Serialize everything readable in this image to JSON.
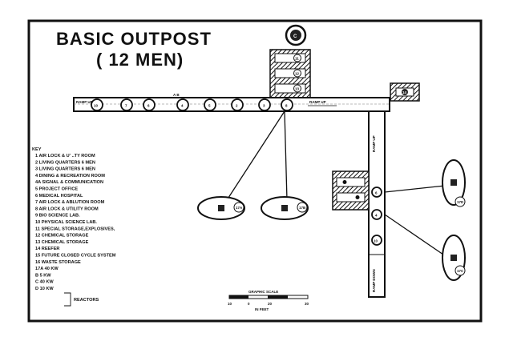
{
  "title": {
    "line1": "BASIC OUTPOST",
    "line2": "( 12 MEN)"
  },
  "key": {
    "heading": "KEY",
    "entries": [
      "1   AIR LOCK & U' ..TY ROOM",
      "2   LIVING QUARTERS 6 MEN",
      "3   LIVING QUARTERS 6 MEN",
      "4   DINING & RECREATION ROOM",
      "4A SIGNAL & COMMUNICATION",
      "5   PROJECT OFFICE",
      "6   MEDICAL HOSPITAL",
      "7   AIR LOCK & ABLUTION ROOM",
      "8   AIR LOCK & UTILITY ROOM",
      "9   BIO SCIENCE LAB.",
      "10 PHYSICAL SCIENCE LAB.",
      "11 SPECIAL STORAGE,EXPLOSIVES,",
      "12 CHEMICAL STORAGE",
      "13 CHEMICAL STORAGE",
      "14 REEFER",
      "15 FUTURE CLOSED CYCLE SYSTEM",
      "16 WASTE STORAGE",
      "17A 40 KW",
      "B    5 KW",
      "C   40 KW",
      "D   10 KW"
    ],
    "reactors_label": "REACTORS"
  },
  "labels": {
    "ramp_up_left": "RAMP UP",
    "ramp_up_right": "RAMP UP",
    "ramp_up_vertical": "RAMP UP",
    "ramp_down": "RAMP DOWN",
    "corridor_ab": "A  B"
  },
  "modules": {
    "top_left": "10",
    "corridor": [
      "7",
      "6",
      "4",
      "5",
      "2",
      "3",
      "8"
    ],
    "storage": [
      "11",
      "12",
      "13"
    ],
    "reefer": "14",
    "vertical": [
      "6",
      "4",
      "10"
    ],
    "top_circle": "C"
  },
  "reactors": {
    "left_a": "17A",
    "left_b": "17B",
    "right_d": "17D",
    "right_c": "17C"
  },
  "scale": {
    "title": "GRAPHIC SCALE",
    "ticks": [
      "10",
      "0",
      "20",
      "30"
    ],
    "unit": "IN FEET"
  }
}
